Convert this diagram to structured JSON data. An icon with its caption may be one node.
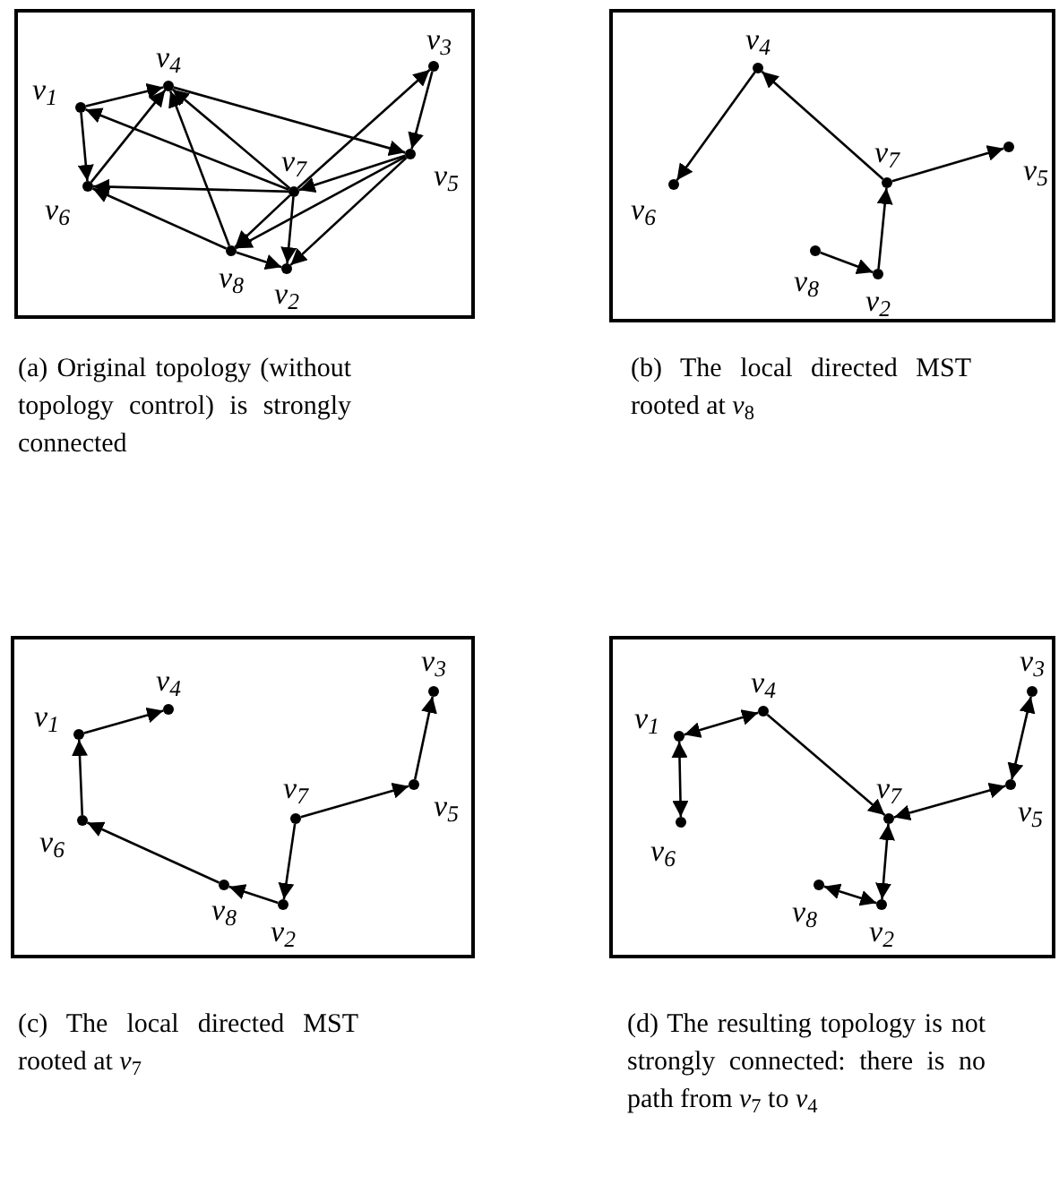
{
  "diagram": {
    "nodes": [
      {
        "text": [],
        "shape": "box",
        "beside": [
          "(a) Original topology (without topology control) is strongly connected"
        ]
      },
      {
        "text": [],
        "shape": "circle",
        "in": 0,
        "beside": [
          "v$_{1}$"
        ]
      },
      {
        "text": [],
        "shape": "circle",
        "in": 0,
        "beside": [
          "v$_{2}$"
        ]
      },
      {
        "text": [],
        "shape": "circle",
        "in": 0,
        "beside": [
          "v$_{3}$"
        ]
      },
      {
        "text": [],
        "shape": "circle",
        "in": 0,
        "beside": [
          "v$_{4}$"
        ]
      },
      {
        "text": [],
        "shape": "circle",
        "in": 0,
        "beside": [
          "v$_{5}$"
        ]
      },
      {
        "text": [],
        "shape": "circle",
        "in": 0,
        "beside": [
          "v$_{6}$"
        ]
      },
      {
        "text": [],
        "shape": "circle",
        "in": 0,
        "beside": [
          "v$_{7}$"
        ]
      },
      {
        "text": [],
        "shape": "circle",
        "in": 0,
        "beside": [
          "v$_{8}$"
        ]
      },
      {
        "text": [],
        "shape": "box",
        "beside": [
          "(b) The local directed MST rooted at *v*$_{8}$"
        ]
      },
      {
        "text": [],
        "shape": "circle",
        "in": 9,
        "beside": [
          "v$_{2}$"
        ]
      },
      {
        "text": [],
        "shape": "circle",
        "in": 9,
        "beside": [
          "v$_{4}$"
        ]
      },
      {
        "text": [],
        "shape": "circle",
        "in": 9,
        "beside": [
          "v$_{5}$"
        ]
      },
      {
        "text": [],
        "shape": "circle",
        "in": 9,
        "beside": [
          "v$_{6}$"
        ]
      },
      {
        "text": [],
        "shape": "circle",
        "in": 9,
        "beside": [
          "v$_{7}$"
        ]
      },
      {
        "text": [],
        "shape": "circle",
        "in": 9,
        "beside": [
          "v$_{8}$"
        ]
      },
      {
        "text": [],
        "shape": "box",
        "beside": [
          "(c) The local directed MST rooted at *v*$_{7}$"
        ]
      },
      {
        "text": [],
        "shape": "circle",
        "in": 16,
        "beside": [
          "v$_{1}$"
        ]
      },
      {
        "text": [],
        "shape": "circle",
        "in": 16,
        "beside": [
          "v$_{2}$"
        ]
      },
      {
        "text": [],
        "shape": "circle",
        "in": 16,
        "beside": [
          "v$_{3}$"
        ]
      },
      {
        "text": [],
        "shape": "circle",
        "in": 16,
        "beside": [
          "v$_{4}$"
        ]
      },
      {
        "text": [],
        "shape": "circle",
        "in": 16,
        "beside": [
          "v$_{5}$"
        ]
      },
      {
        "text": [],
        "shape": "circle",
        "in": 16,
        "beside": [
          "v$_{6}$"
        ]
      },
      {
        "text": [],
        "shape": "circle",
        "in": 16,
        "beside": [
          "v$_{7}$"
        ]
      },
      {
        "text": [],
        "shape": "circle",
        "in": 16,
        "beside": [
          "v$_{8}$"
        ]
      },
      {
        "text": [],
        "shape": "box",
        "beside": [
          "(d) The resulting topology is not strongly connected: there is no path from *v*$_{7}$ to *v*$_{4}$"
        ]
      },
      {
        "text": [],
        "shape": "circle",
        "in": 25,
        "beside": [
          "v$_{1}$"
        ]
      },
      {
        "text": [],
        "shape": "circle",
        "in": 25,
        "beside": [
          "v$_{2}$"
        ]
      },
      {
        "text": [],
        "shape": "circle",
        "in": 25,
        "beside": [
          "v$_{3}$"
        ]
      },
      {
        "text": [],
        "shape": "circle",
        "in": 25,
        "beside": [
          "v$_{4}$"
        ]
      },
      {
        "text": [],
        "shape": "circle",
        "in": 25,
        "beside": [
          "v$_{5}$"
        ]
      },
      {
        "text": [],
        "shape": "circle",
        "in": 25,
        "beside": [
          "v$_{6}$"
        ]
      },
      {
        "text": [],
        "shape": "circle",
        "in": 25,
        "beside": [
          "v$_{7}$"
        ]
      },
      {
        "text": [],
        "shape": "circle",
        "in": 25,
        "beside": [
          "v$_{8}$"
        ]
      }
    ],
    "edges": [
      {
        "from": 1,
        "to": 4,
        "arrow": "to"
      },
      {
        "from": 7,
        "to": 1,
        "arrow": "to"
      },
      {
        "from": 1,
        "to": 6,
        "arrow": "to"
      },
      {
        "from": 6,
        "to": 4,
        "arrow": "to"
      },
      {
        "from": 8,
        "to": 4,
        "arrow": "to"
      },
      {
        "from": 7,
        "to": 4,
        "arrow": "to"
      },
      {
        "from": 4,
        "to": 5,
        "arrow": "to"
      },
      {
        "from": 7,
        "to": 6,
        "arrow": "to"
      },
      {
        "from": 8,
        "to": 6,
        "arrow": "to"
      },
      {
        "from": 7,
        "to": 3,
        "arrow": "to"
      },
      {
        "from": 3,
        "to": 5,
        "arrow": "to"
      },
      {
        "from": 5,
        "to": 7,
        "arrow": "to"
      },
      {
        "from": 5,
        "to": 8,
        "arrow": "to"
      },
      {
        "from": 7,
        "to": 8,
        "arrow": "to"
      },
      {
        "from": 7,
        "to": 2,
        "arrow": "to"
      },
      {
        "from": 5,
        "to": 2,
        "arrow": "to"
      },
      {
        "from": 8,
        "to": 2,
        "arrow": "to"
      },
      {
        "from": 14,
        "to": 11,
        "arrow": "to"
      },
      {
        "from": 11,
        "to": 13,
        "arrow": "to"
      },
      {
        "from": 14,
        "to": 12,
        "arrow": "to"
      },
      {
        "from": 15,
        "to": 10,
        "arrow": "to"
      },
      {
        "from": 10,
        "to": 14,
        "arrow": "to"
      },
      {
        "from": 17,
        "to": 20,
        "arrow": "to"
      },
      {
        "from": 22,
        "to": 17,
        "arrow": "to"
      },
      {
        "from": 24,
        "to": 22,
        "arrow": "to"
      },
      {
        "from": 18,
        "to": 24,
        "arrow": "to"
      },
      {
        "from": 23,
        "to": 18,
        "arrow": "to"
      },
      {
        "from": 23,
        "to": 21,
        "arrow": "to"
      },
      {
        "from": 21,
        "to": 19,
        "arrow": "to"
      },
      {
        "from": 26,
        "to": 29,
        "arrow": "both"
      },
      {
        "from": 29,
        "to": 32,
        "arrow": "to"
      },
      {
        "from": 26,
        "to": 31,
        "arrow": "both"
      },
      {
        "from": 28,
        "to": 30,
        "arrow": "both"
      },
      {
        "from": 30,
        "to": 32,
        "arrow": "both"
      },
      {
        "from": 32,
        "to": 27,
        "arrow": "both"
      },
      {
        "from": 33,
        "to": 27,
        "arrow": "both"
      }
    ]
  }
}
